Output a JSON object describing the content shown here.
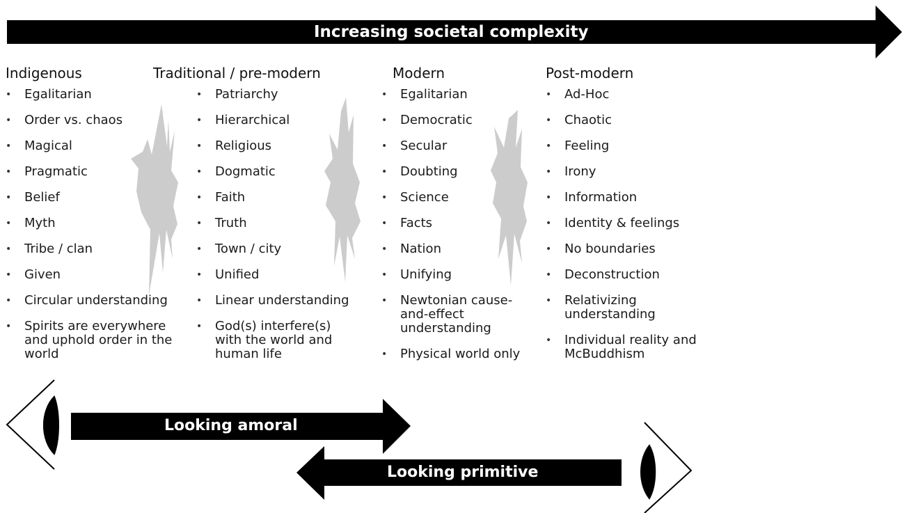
{
  "arrows": {
    "complexity": {
      "label": "Increasing societal complexity"
    },
    "amoral": {
      "label": "Looking amoral"
    },
    "primitive": {
      "label": "Looking primitive"
    }
  },
  "columns": [
    {
      "title": "Indigenous",
      "items": [
        "Egalitarian",
        "Order vs. chaos",
        "Magical",
        "Pragmatic",
        "Belief",
        "Myth",
        "Tribe / clan",
        "Given",
        "Circular understanding",
        "Spirits are everywhere and uphold order in the world"
      ]
    },
    {
      "title": "Traditional / pre-modern",
      "items": [
        "Patriarchy",
        "Hierarchical",
        "Religious",
        "Dogmatic",
        "Faith",
        "Truth",
        "Town / city",
        "Unified",
        "Linear understanding",
        "God(s) interfere(s) with the world and human life"
      ]
    },
    {
      "title": "Modern",
      "items": [
        "Egalitarian",
        "Democratic",
        "Secular",
        "Doubting",
        "Science",
        "Facts",
        "Nation",
        "Unifying",
        "Newtonian cause-and-effect understanding",
        "Physical world only"
      ]
    },
    {
      "title": "Post-modern",
      "items": [
        "Ad-Hoc",
        "Chaotic",
        "Feeling",
        "Irony",
        "Information",
        "Identity & feelings",
        "No boundaries",
        "Deconstruction",
        "Relativizing understanding",
        "Individual reality and McBuddhism"
      ]
    }
  ],
  "colors": {
    "arrow": "#000000",
    "burst": "#cccccc",
    "arrow_text": "#ffffff"
  },
  "icons": [
    "starburst-icon",
    "eye-icon"
  ]
}
